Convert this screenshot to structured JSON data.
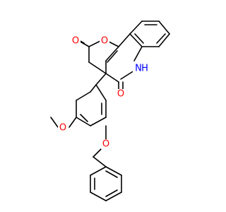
{
  "molecule": {
    "atom_labels": {
      "carbonyl_o_lactone": "O",
      "ring_o_pyran": "O",
      "nh": "H",
      "nh_n": "N",
      "carbonyl_o_lactam": "O",
      "methoxy_o": "O",
      "benzyloxy_o": "O"
    },
    "colors": {
      "oxygen": "#ff0000",
      "nitrogen": "#0000ff",
      "bond": "#000000",
      "background": "#ffffff"
    }
  }
}
